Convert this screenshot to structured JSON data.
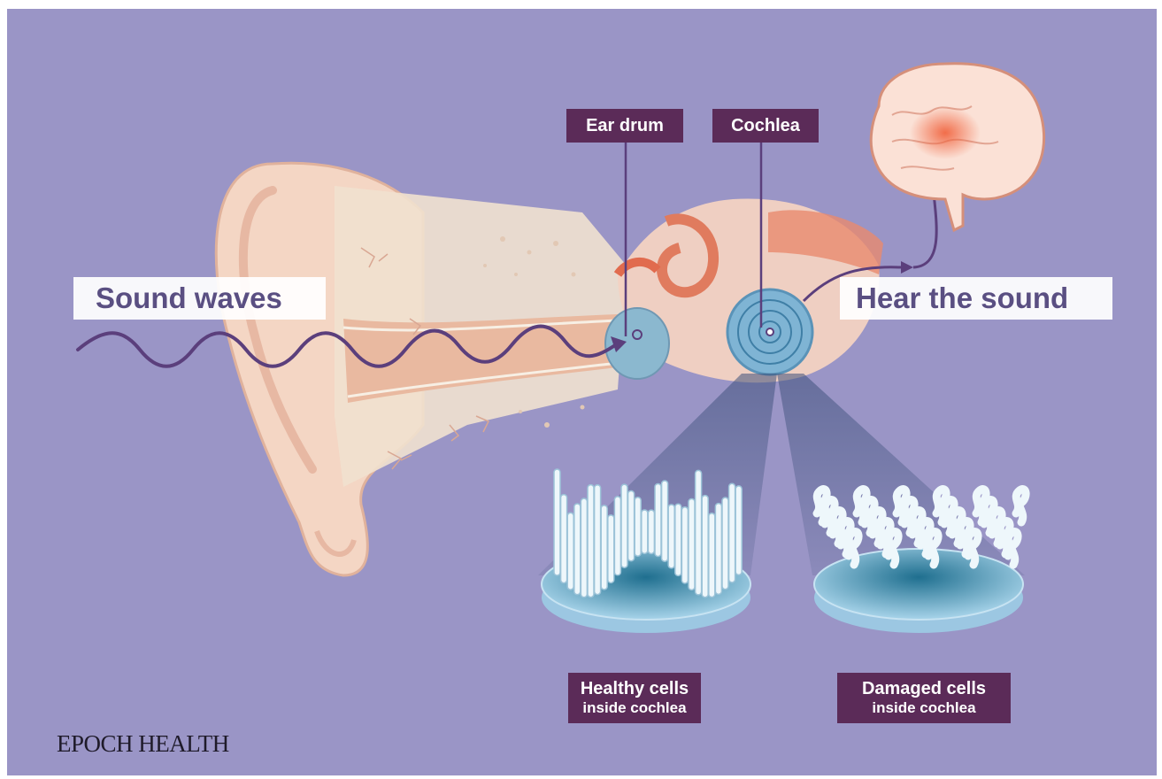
{
  "colors": {
    "background": "#9a95c6",
    "label_band": "#ffffff",
    "label_band_text": "#5a4f82",
    "tag_fill": "#5b2b58",
    "tag_text": "#ffffff",
    "wave": "#5b3f7c",
    "ear_skin": "#f4d6c4",
    "cochlea": "#7fb4d4"
  },
  "labels": {
    "sound_waves": "Sound waves",
    "hear_the_sound": "Hear the sound",
    "ear_drum": "Ear drum",
    "cochlea": "Cochlea",
    "healthy_cells_line1": "Healthy cells",
    "healthy_cells_line2": "inside cochlea",
    "damaged_cells_line1": "Damaged cells",
    "damaged_cells_line2": "inside cochlea"
  },
  "brand": "EPOCH HEALTH"
}
